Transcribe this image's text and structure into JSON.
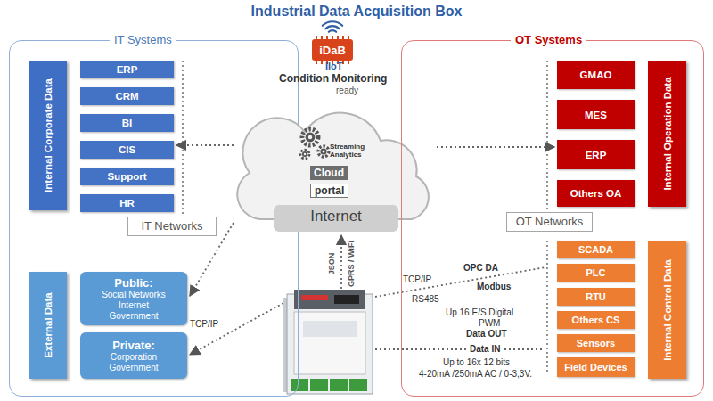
{
  "diagram": {
    "title": "Industrial Data Acquisition Box",
    "nodes": [
      {
        "text": [
          "IT Systems"
        ]
      },
      {
        "text": [
          "Internal Corporate Data"
        ],
        "in": 0
      },
      {
        "text": [
          "ERP"
        ],
        "in": 0
      },
      {
        "text": [
          "CRM"
        ],
        "in": 0
      },
      {
        "text": [
          "BI"
        ],
        "in": 0
      },
      {
        "text": [
          "CIS"
        ],
        "in": 0
      },
      {
        "text": [
          "Support"
        ],
        "in": 0
      },
      {
        "text": [
          "HR"
        ],
        "in": 0
      },
      {
        "text": [
          "IT Networks"
        ],
        "in": 0
      },
      {
        "text": [
          "External Data"
        ],
        "in": 0
      },
      {
        "text": [
          "Public:",
          "Social Networks Internet Government"
        ],
        "in": 0
      },
      {
        "text": [
          "Private:",
          "Corporation Government"
        ],
        "in": 0
      },
      {
        "text": [
          "iDaB"
        ]
      },
      {
        "text": [
          "Streaming Analytics",
          "Cloud",
          "portal",
          "Internet"
        ]
      },
      {
        "text": [
          "OT Systems"
        ]
      },
      {
        "text": [
          "GMAO"
        ],
        "in": 14
      },
      {
        "text": [
          "MES"
        ],
        "in": 14
      },
      {
        "text": [
          "ERP"
        ],
        "in": 14
      },
      {
        "text": [
          "Others OA"
        ],
        "in": 14
      },
      {
        "text": [
          "Internal Operation Data"
        ],
        "in": 14
      },
      {
        "text": [
          "OT Networks"
        ],
        "in": 14
      },
      {
        "text": [
          "SCADA"
        ],
        "in": 14
      },
      {
        "text": [
          "PLC"
        ],
        "in": 14
      },
      {
        "text": [
          "RTU"
        ],
        "in": 14
      },
      {
        "text": [
          "Others CS"
        ],
        "in": 14
      },
      {
        "text": [
          "Sensors"
        ],
        "in": 14
      },
      {
        "text": [
          "Field Devices"
        ],
        "in": 14
      },
      {
        "text": [
          "Internal Control Data"
        ],
        "in": 14
      }
    ],
    "edges": [
      {
        "from": 13,
        "to": 5,
        "arrow": "to"
      },
      {
        "from": 13,
        "to": 17,
        "arrow": "to"
      },
      {
        "from": 13,
        "to": 10,
        "arrow": "to"
      }
    ],
    "labels": [
      "IIoT",
      "Condition Monitoring",
      "ready",
      "JSON",
      "GPRS / WiFi",
      "TCP/IP",
      "RS485",
      "OPC DA",
      "Modbus",
      "Up 16 E/S Digital",
      "PWM",
      "Data OUT",
      "Data IN",
      "Up to 16x 12 bits",
      "4-20mA /250mA AC / 0-3,3V.",
      "TCP/IP"
    ]
  }
}
